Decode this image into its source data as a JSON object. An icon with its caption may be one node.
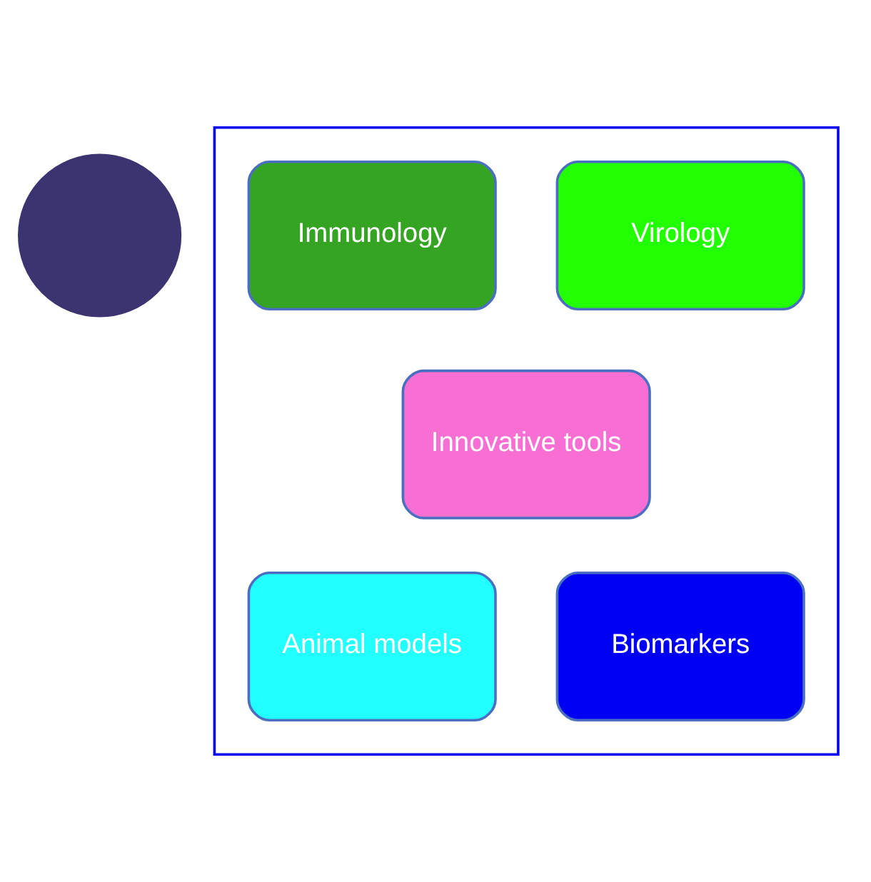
{
  "diagram": {
    "nodes": [
      {
        "text": [],
        "shape": "circle"
      },
      {
        "text": [],
        "shape": "box"
      },
      {
        "text": [
          "Virology"
        ],
        "in": 1
      },
      {
        "text": [
          "Immunology"
        ],
        "in": 1
      },
      {
        "text": [
          "Innovative tools"
        ],
        "in": 1
      },
      {
        "text": [
          "Animal models"
        ],
        "in": 1
      },
      {
        "text": [
          "Biomarkers"
        ],
        "in": 1
      }
    ]
  }
}
